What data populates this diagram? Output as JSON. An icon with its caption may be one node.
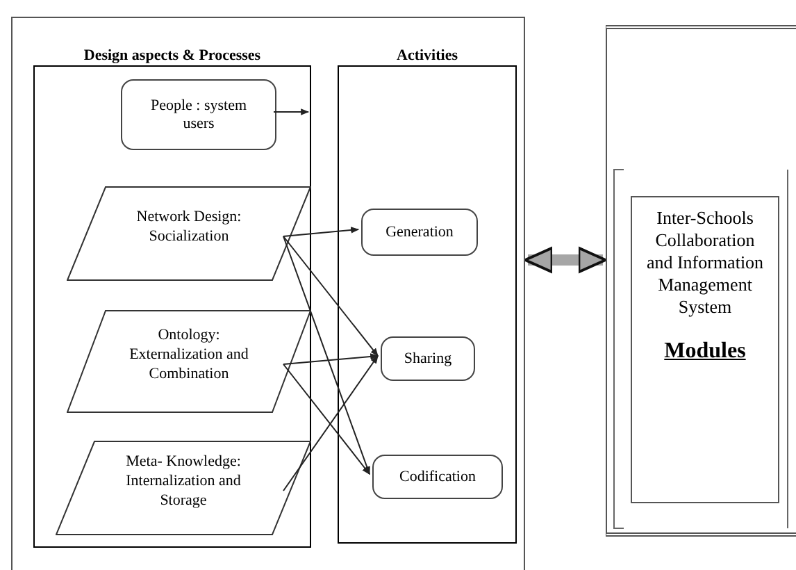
{
  "diagram": {
    "nodes": [
      {
        "text": [],
        "shape": "box"
      },
      {
        "text": [
          "Design aspects & Processes"
        ],
        "in": 0
      },
      {
        "text": [
          "People : system users"
        ],
        "in": 1
      },
      {
        "text": [
          "Network Design: Socialization"
        ],
        "in": 1
      },
      {
        "text": [
          "Ontology: Externalization and Combination"
        ],
        "in": 1
      },
      {
        "text": [
          "Meta- Knowledge: Internalization and Storage"
        ],
        "in": 1
      },
      {
        "text": [
          "Activities"
        ],
        "in": 0
      },
      {
        "text": [
          "Generation"
        ],
        "in": 6
      },
      {
        "text": [
          "Sharing"
        ],
        "in": 6
      },
      {
        "text": [
          "Codification"
        ],
        "in": 6
      },
      {
        "text": [],
        "shape": "box"
      },
      {
        "text": [
          "Inter-Schools Collaboration and Information Management System",
          "Modules"
        ],
        "in": 10
      }
    ],
    "edges": [
      {
        "from": 2,
        "to": null,
        "arrow": "to"
      },
      {
        "from": 3,
        "to": 7,
        "arrow": "to"
      },
      {
        "from": 3,
        "to": 8,
        "arrow": "to"
      },
      {
        "from": 3,
        "to": 9,
        "arrow": "to"
      },
      {
        "from": 4,
        "to": 8,
        "arrow": "to"
      },
      {
        "from": 4,
        "to": 9,
        "arrow": "to"
      },
      {
        "from": 5,
        "to": 8,
        "arrow": "to"
      },
      {
        "from": 0,
        "to": 10,
        "arrow": "both",
        "style": "thick",
        "color": "#a6a6a6"
      }
    ]
  }
}
